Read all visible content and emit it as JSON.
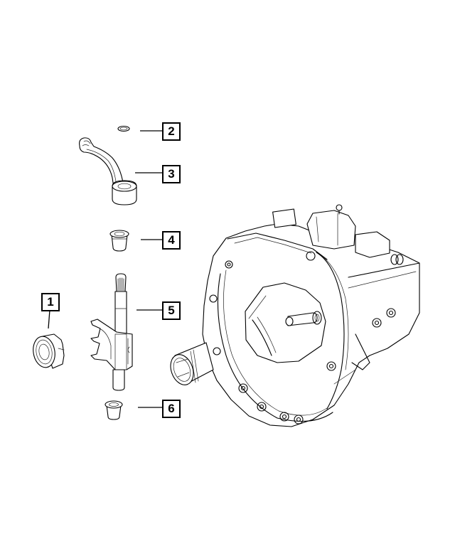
{
  "diagram": {
    "type": "exploded-parts-diagram",
    "subject": "transmission-clutch-release-components",
    "background": "#ffffff",
    "line_color": "#000000"
  },
  "callouts": [
    {
      "id": "1",
      "label": "1",
      "part": "release-bearing"
    },
    {
      "id": "2",
      "label": "2",
      "part": "retaining-clip"
    },
    {
      "id": "3",
      "label": "3",
      "part": "clutch-release-lever"
    },
    {
      "id": "4",
      "label": "4",
      "part": "upper-bushing"
    },
    {
      "id": "5",
      "label": "5",
      "part": "release-fork-shaft"
    },
    {
      "id": "6",
      "label": "6",
      "part": "lower-bushing"
    }
  ]
}
